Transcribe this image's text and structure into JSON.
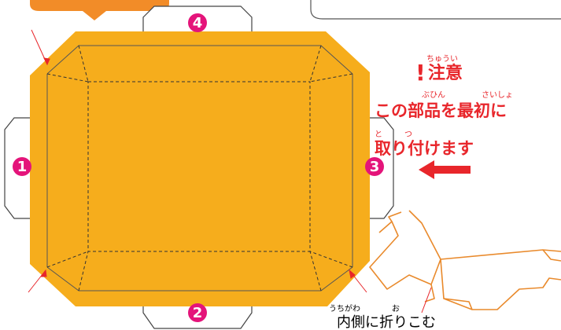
{
  "tab_numbers": {
    "top": "4",
    "bottom": "2",
    "left": "1",
    "right": "3"
  },
  "notice": {
    "exclamation": "!",
    "title": "注意",
    "title_ruby": "ちゅうい",
    "line1": "この部品を最初に",
    "line1_ruby_a": "ぶひん",
    "line1_ruby_b": "さいしょ",
    "line2": "取り付けます",
    "line2_ruby_a": "と",
    "line2_ruby_b": "つ"
  },
  "fold_note": {
    "text": "内側に折りこむ",
    "ruby_a": "うちがわ",
    "ruby_b": "お"
  },
  "colors": {
    "panel": "#f6ad1c",
    "tab_badge": "#e4147a",
    "warning_red": "#e8262b",
    "fold_line": "#e98a2c",
    "arrow_red": "#e8262b"
  }
}
